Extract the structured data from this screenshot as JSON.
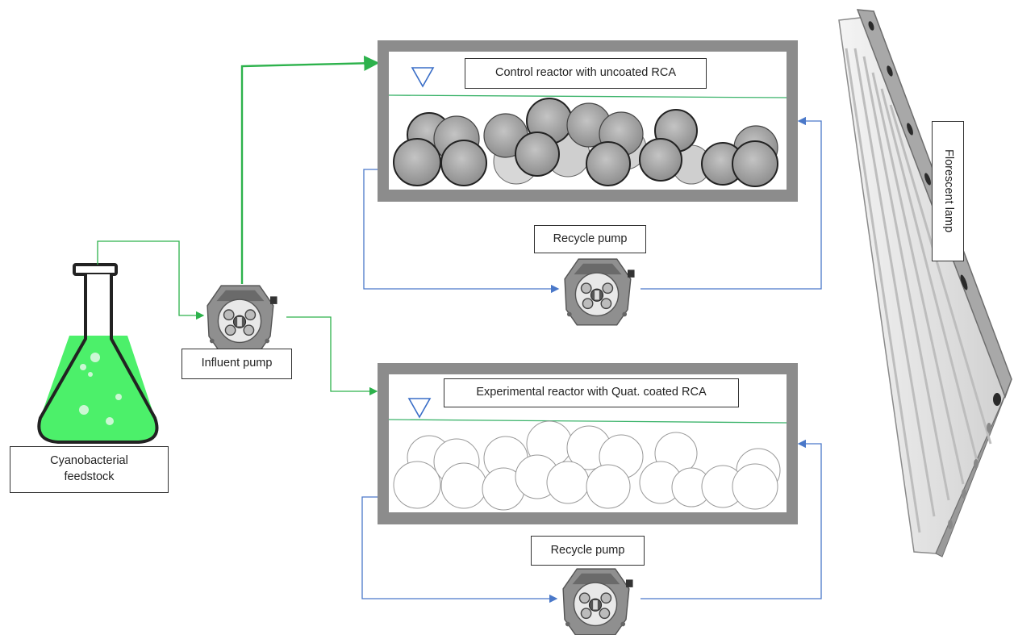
{
  "labels": {
    "feedstock_line1": "Cyanobacterial",
    "feedstock_line2": "feedstock",
    "influent_pump": "Influent pump",
    "control_reactor": "Control reactor with uncoated RCA",
    "experimental_reactor": "Experimental reactor with Quat. coated RCA",
    "recycle_pump_top": "Recycle pump",
    "recycle_pump_bottom": "Recycle pump",
    "lamp": "Florescent lamp"
  },
  "colors": {
    "feed_line": "#2db24c",
    "recycle_line": "#4a78c9",
    "reactor_frame": "#8c8c8c",
    "culture": "#4cf06a",
    "water_level": "#3bb36a",
    "level_marker": "#3a6ec7",
    "media_uncoated": "#b5b5b5",
    "media_coated": "#ffffff"
  },
  "icons": [
    "flask-icon",
    "peristaltic-pump-icon",
    "water-level-marker-icon",
    "fluorescent-lamp-icon"
  ]
}
